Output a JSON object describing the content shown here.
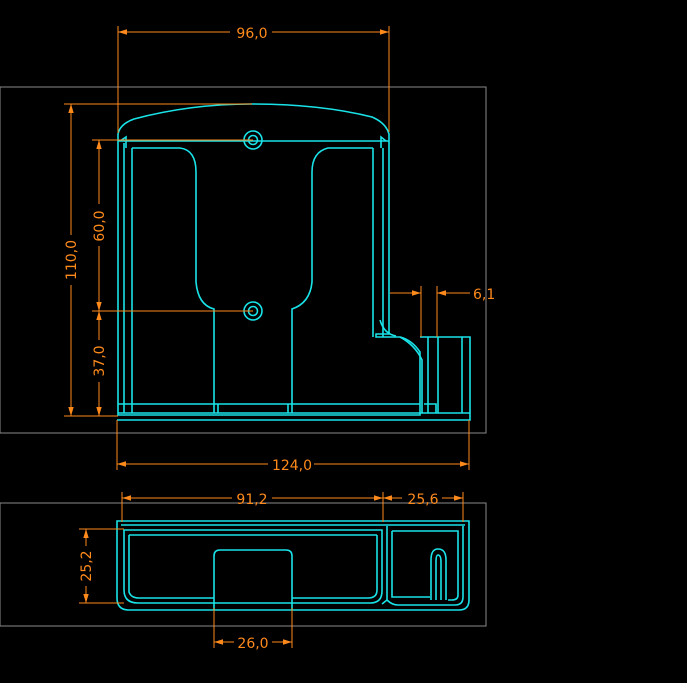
{
  "colors": {
    "background": "#000000",
    "part_outline": "#19e3e8",
    "dimension": "#ff8a1c",
    "view_frame": "#8a8a8a"
  },
  "dimensions": {
    "top_width": "96,0",
    "overall_height": "110,0",
    "hole_spacing": "60,0",
    "lower_hole_height": "37,0",
    "slot_width": "6,1",
    "overall_width": "124,0",
    "bottom_main_width": "91,2",
    "bottom_side_width": "25,6",
    "bottom_depth": "25,2",
    "bottom_tab_width": "26,0"
  }
}
